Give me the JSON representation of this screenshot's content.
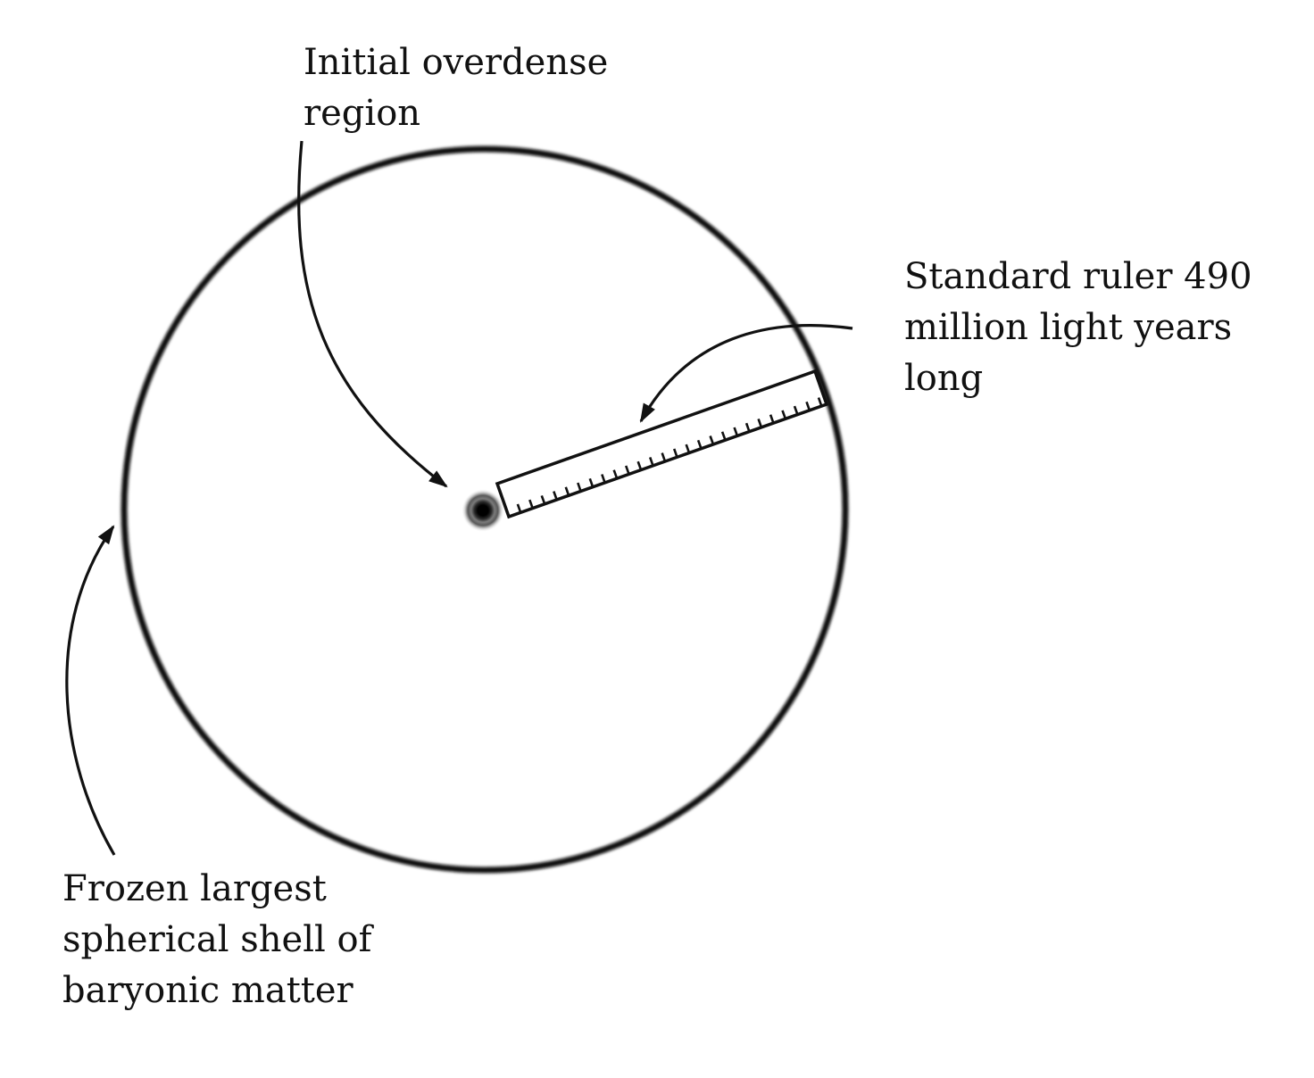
{
  "labels": {
    "initial_region": [
      "Initial overdense",
      "region"
    ],
    "standard_ruler": [
      "Standard ruler 490",
      "million light years",
      "long"
    ],
    "frozen_shell": [
      "Frozen largest",
      "spherical shell of",
      "baryonic matter"
    ]
  },
  "colors": {
    "ink": "#111111",
    "background": "#ffffff"
  },
  "ruler_tick_count": 26
}
